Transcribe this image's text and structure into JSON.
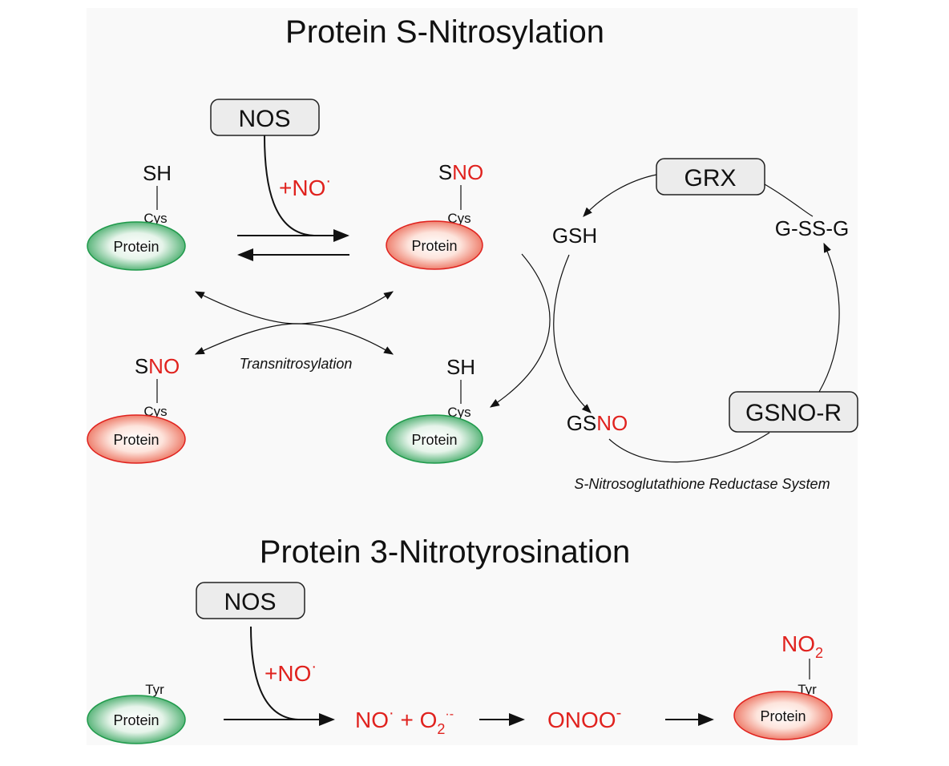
{
  "titles": {
    "top": "Protein S-Nitrosylation",
    "bottom": "Protein 3-Nitrotyrosination"
  },
  "boxes": {
    "nos_top": "NOS",
    "grx": "GRX",
    "gsnor": "GSNO-R",
    "nos_bottom": "NOS"
  },
  "labels": {
    "sh": "SH",
    "s": "S",
    "no": "NO",
    "cys": "Cys",
    "tyr": "Tyr",
    "protein": "Protein",
    "plus_no": "+NO",
    "dot": "·",
    "gsh": "GSH",
    "gssg": "G-SS-G",
    "gs": "GS",
    "transnitrosylation": "Transnitrosylation",
    "gsnor_system": "S-Nitrosoglutathione Reductase System",
    "no_radical": "NO",
    "plus_o2": " + O",
    "sub2": "2",
    "superoxide_charge": "·-",
    "onoo": "ONOO",
    "minus": "-",
    "no2": "NO"
  },
  "colors": {
    "accent_red": "#e0221e",
    "protein_green": "#1f9a4b",
    "protein_red": "#e8553f",
    "box_fill": "#ececec"
  }
}
